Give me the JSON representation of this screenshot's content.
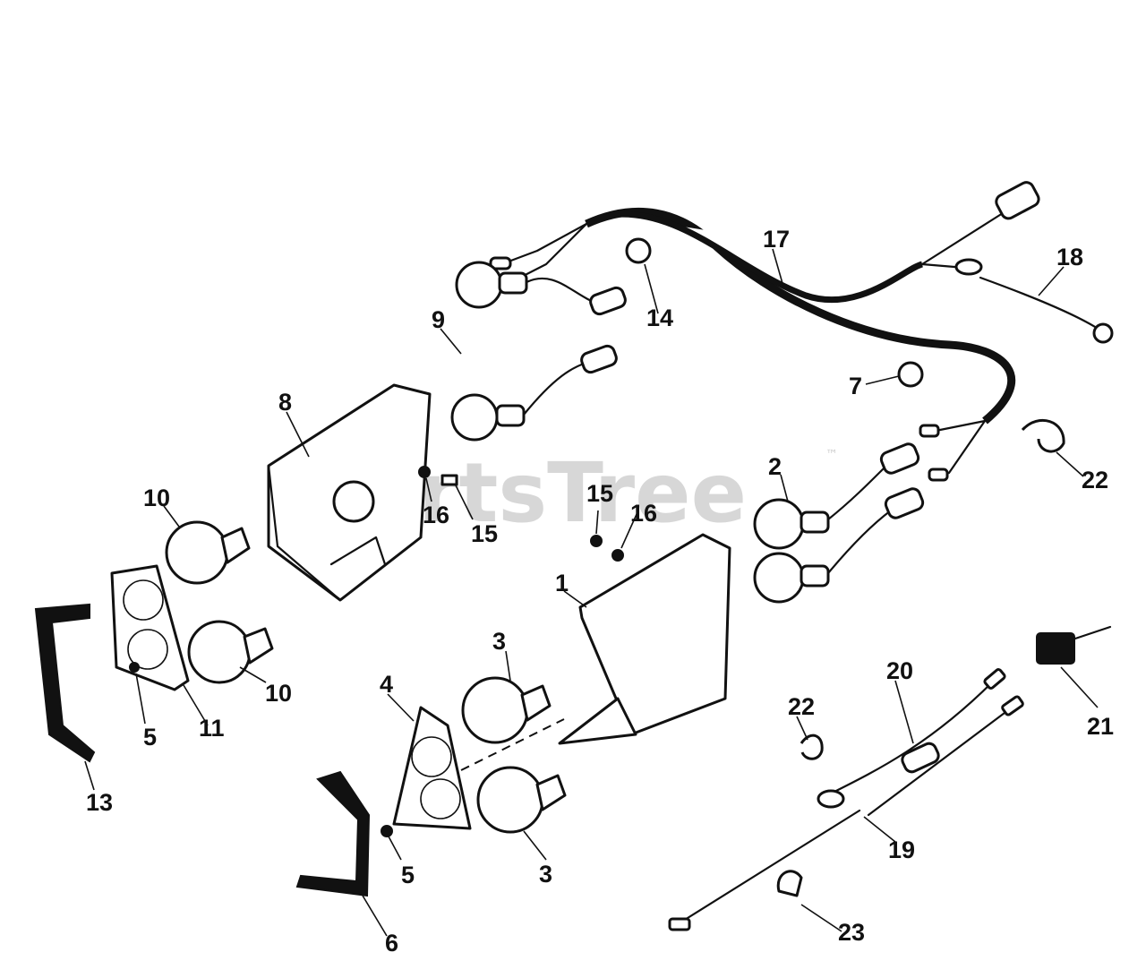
{
  "watermark": {
    "text": "PartsTree",
    "tm": "™"
  },
  "callouts": [
    "1",
    "2",
    "3",
    "3",
    "4",
    "5",
    "5",
    "6",
    "7",
    "8",
    "9",
    "10",
    "10",
    "11",
    "13",
    "14",
    "15",
    "15",
    "16",
    "16",
    "17",
    "18",
    "19",
    "20",
    "21",
    "22",
    "22",
    "23"
  ]
}
